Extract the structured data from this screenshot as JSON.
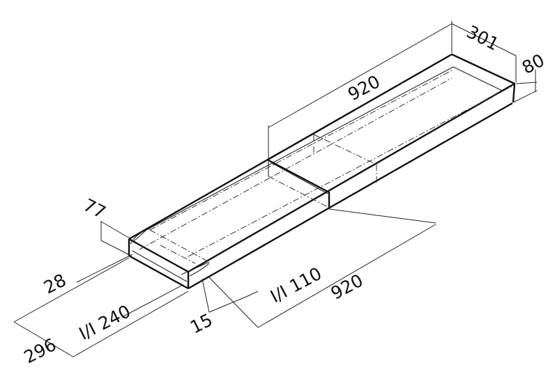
{
  "dimensions": {
    "width": "301",
    "height": "80",
    "length_top": "920",
    "length_bottom": "920",
    "outlet_height": "77",
    "outlet_offset": "28",
    "outlet_inner_width": "I/I 240",
    "outer_width": "296",
    "outlet_depth": "15",
    "inner_height": "I/I 110"
  }
}
